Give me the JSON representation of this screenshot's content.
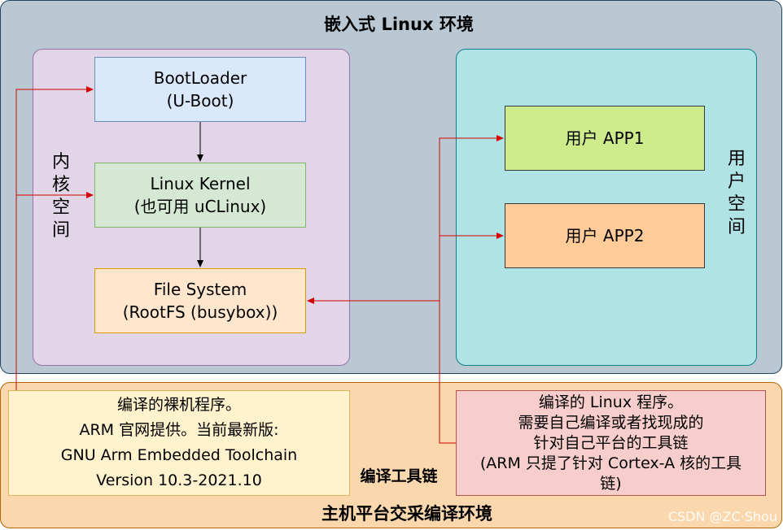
{
  "embedded_env": {
    "title": "嵌入式 Linux 环境"
  },
  "kernel_space": {
    "label": "内核空间",
    "chars": [
      "内",
      "核",
      "空",
      "间"
    ],
    "bootloader": {
      "line1": "BootLoader",
      "line2": "(U-Boot)"
    },
    "kernel": {
      "line1": "Linux Kernel",
      "line2": "(也可用 uCLinux)"
    },
    "filesystem": {
      "line1": "File System",
      "line2": "(RootFS (busybox))"
    }
  },
  "user_space": {
    "label": "用户空间",
    "chars": [
      "用",
      "户",
      "空",
      "间"
    ],
    "app1": "用户 APP1",
    "app2": "用户 APP2"
  },
  "host_env": {
    "title": "主机平台交采编译环境",
    "toolchain_label": "编译工具链",
    "bare_metal": {
      "line1": "编译的裸机程序。",
      "line2": "ARM 官网提供。当前最新版:",
      "line3": "GNU Arm Embedded Toolchain",
      "line4": "Version 10.3-2021.10"
    },
    "linux_toolchain": {
      "line1": "编译的 Linux 程序。",
      "line2": "需要自己编译或者找现成的",
      "line3": "针对自己平台的工具链",
      "line4": "(ARM 只提了针对 Cortex-A 核的工具",
      "line5": "链)"
    }
  },
  "watermark": "CSDN @ZC·Shou",
  "colors": {
    "arrow_black": "#000000",
    "arrow_red": "#d40000"
  }
}
